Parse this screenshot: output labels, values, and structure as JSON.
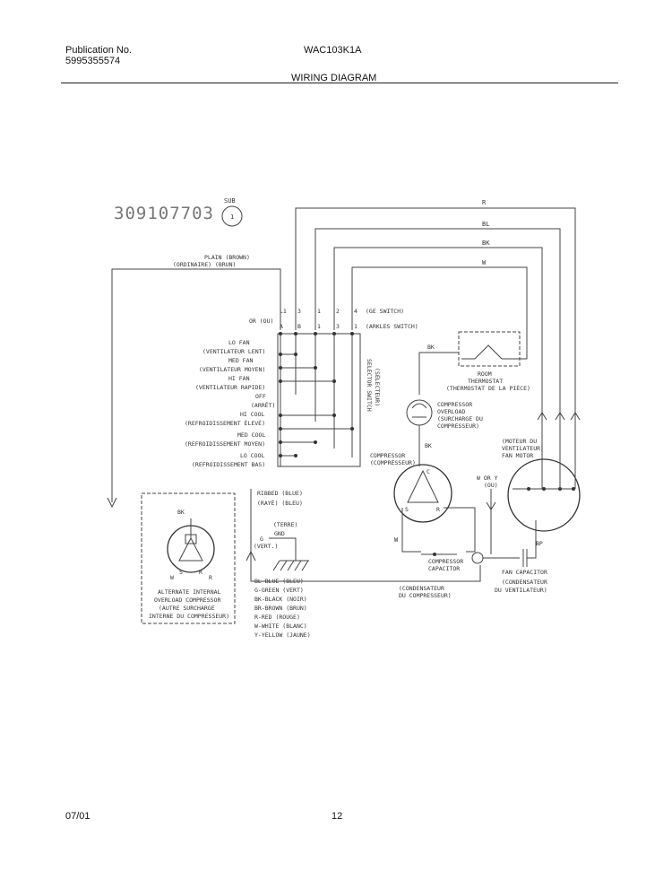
{
  "header": {
    "publication_label": "Publication No.",
    "publication_number": "5995355574",
    "model": "WAC103K1A",
    "section_title": "WIRING DIAGRAM"
  },
  "footer": {
    "date": "07/01",
    "page": "12"
  },
  "diagram": {
    "part_number": "309107703",
    "sub_label": "SUB",
    "sub_number": "1",
    "wire_labels": {
      "r": "R",
      "bl": "BL",
      "bk": "BK",
      "w": "W",
      "bk2": "BK",
      "bk3": "BK"
    },
    "plain_line1": "PLAIN   (BROWN)",
    "plain_line2": "(ORDINAIRE)   (BRUN)",
    "or_label": "OR (OU)",
    "terminals": [
      "L1",
      "3",
      "1",
      "2",
      "4"
    ],
    "terminals2": [
      "A",
      "B",
      "1",
      "3",
      "1"
    ],
    "ge_switch": "(GE SWITCH)",
    "arkles_switch": "(ARKLES SWITCH)",
    "selector_switch": "SELECTOR SWITCH",
    "selector_fr": "(SÉLECTEUR)",
    "switch_positions": [
      "LO FAN",
      "(VENTILATEUR LENT)",
      "MED FAN",
      "(VENTILATEUR MOYEN)",
      "HI FAN",
      "(VENTILATEUR RAPIDE)",
      "OFF",
      "(ARRÊT)",
      "HI COOL",
      "(REFROIDISSEMENT ÉLEVÉ)",
      "MED COOL",
      "(REFROIDISSEMENT MOYEN)",
      "LO COOL",
      "(REFROIDISSEMENT BAS)"
    ],
    "thermostat": [
      "ROOM",
      "THERMOSTAT",
      "(THERMOSTAT DE LA PIÈCE)"
    ],
    "overload": [
      "COMPRESSOR",
      "OVERLOAD",
      "(SURCHARGE DU",
      "COMPRESSEUR)"
    ],
    "compressor": [
      "COMPRESSOR",
      "(COMPRESSEUR)"
    ],
    "fan_motor": [
      "(MOTEUR DU",
      "VENTILATEUR)",
      "FAN MOTOR"
    ],
    "w_or_y": [
      "W OR Y",
      "(OU)"
    ],
    "bp": "BP",
    "terminal_c": "C",
    "terminal_s": "S",
    "terminal_r": "R",
    "comp_cap": [
      "COMPRESSOR",
      "CAPACITOR"
    ],
    "comp_cap_fr": [
      "(CONDENSATEUR",
      "DU COMPRESSEUR)"
    ],
    "fan_cap": [
      "FAN CAPACITOR",
      "(CONDENSATEUR",
      "DU VENTILATEUR)"
    ],
    "ribbed": [
      "RIBBED  (BLUE)",
      "(RAYÉ)  (BLEU)"
    ],
    "ground": [
      "(TERRE)",
      "GND",
      "G",
      "(VERT.)"
    ],
    "alt_overload": [
      "ALTERNATE INTERNAL",
      "OVERLOAD COMPRESSOR",
      "(AUTRE SURCHARGE",
      "INTERNE DU COMPRESSEUR)"
    ],
    "legend": [
      "BL-BLUE (BLEU)",
      "G-GREEN (VERT)",
      "BK-BLACK (NOIR)",
      "BR-BROWN (BRUN)",
      "R-RED (ROUGE)",
      "W-WHITE (BLANC)",
      "Y-YELLOW (JAUNE)"
    ]
  }
}
